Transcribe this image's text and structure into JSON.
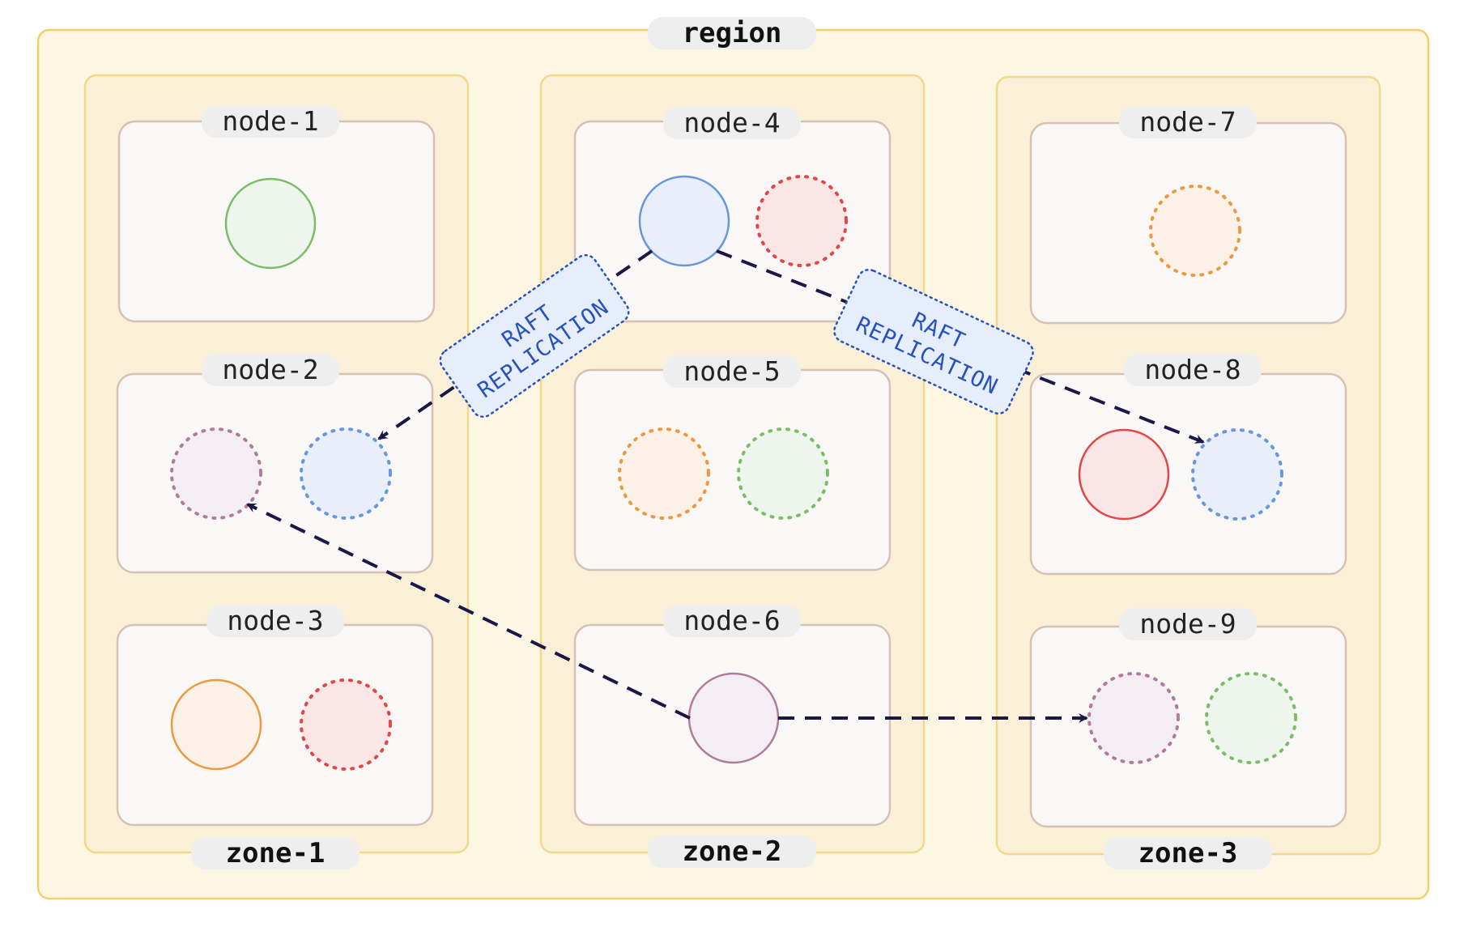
{
  "region": {
    "label": "region"
  },
  "zones": [
    {
      "label": "zone-1"
    },
    {
      "label": "zone-2"
    },
    {
      "label": "zone-3"
    }
  ],
  "nodes": [
    {
      "label": "node-1",
      "replicas": [
        {
          "color": "green",
          "style": "solid"
        }
      ]
    },
    {
      "label": "node-2",
      "replicas": [
        {
          "color": "purple",
          "style": "dotted"
        },
        {
          "color": "blue",
          "style": "dotted"
        }
      ]
    },
    {
      "label": "node-3",
      "replicas": [
        {
          "color": "orange",
          "style": "solid"
        },
        {
          "color": "red",
          "style": "dotted"
        }
      ]
    },
    {
      "label": "node-4",
      "replicas": [
        {
          "color": "blue",
          "style": "solid"
        },
        {
          "color": "red",
          "style": "dotted"
        }
      ]
    },
    {
      "label": "node-5",
      "replicas": [
        {
          "color": "orange",
          "style": "dotted"
        },
        {
          "color": "green",
          "style": "dotted"
        }
      ]
    },
    {
      "label": "node-6",
      "replicas": [
        {
          "color": "purple",
          "style": "solid"
        }
      ]
    },
    {
      "label": "node-7",
      "replicas": [
        {
          "color": "orange",
          "style": "dotted"
        }
      ]
    },
    {
      "label": "node-8",
      "replicas": [
        {
          "color": "red",
          "style": "solid"
        },
        {
          "color": "blue",
          "style": "dotted"
        }
      ]
    },
    {
      "label": "node-9",
      "replicas": [
        {
          "color": "purple",
          "style": "dotted"
        },
        {
          "color": "green",
          "style": "dotted"
        }
      ]
    }
  ],
  "raft_labels": [
    {
      "line1": "RAFT",
      "line2": "REPLICATION"
    },
    {
      "line1": "RAFT",
      "line2": "REPLICATION"
    }
  ],
  "edges": [
    {
      "from": "node-4",
      "to": "node-2"
    },
    {
      "from": "node-4",
      "to": "node-8"
    },
    {
      "from": "node-6",
      "to": "node-2"
    },
    {
      "from": "node-6",
      "to": "node-9"
    }
  ],
  "colors": {
    "region_fill": "#fdf6e3",
    "region_stroke": "#f0d06a",
    "zone_fill": "#faf0d8",
    "zone_stroke": "#f2d98a",
    "node_fill": "#faf8f6",
    "node_stroke": "#d6c2b5",
    "arrow": "#1b1747",
    "raft_fill": "#e6eefb",
    "raft_stroke": "#2a52be",
    "green": "#7cbd6a",
    "green_fill": "#eef5ec",
    "blue": "#6a96dd",
    "blue_fill": "#e8eefa",
    "red": "#e04848",
    "red_fill": "#fbe6e6",
    "orange": "#ec9a42",
    "orange_fill": "#fbf1e6",
    "purple": "#b07c9c",
    "purple_fill": "#f4edf3"
  }
}
